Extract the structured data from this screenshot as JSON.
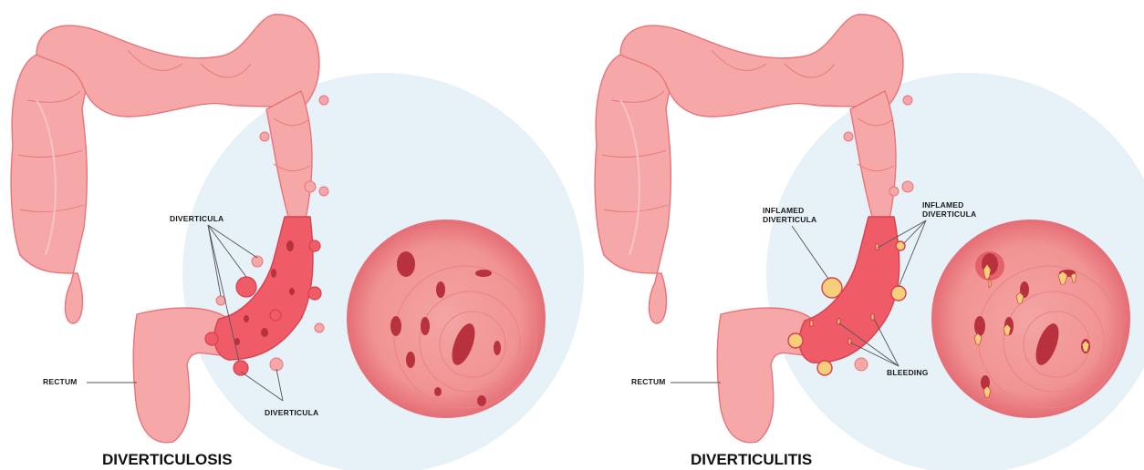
{
  "colors": {
    "background": "#ffffff",
    "circle_bg": "#e6f1f8",
    "colon_fill": "#f6a8a8",
    "colon_stroke": "#e8747a",
    "colon_inner": "#f9c3c3",
    "affected": "#ef5c67",
    "affected_stroke": "#d8404d",
    "lumen_dark": "#b8323e",
    "inflamed": "#f7cf7a",
    "bleed": "#c62b3a"
  },
  "panels": [
    {
      "title": "DIVERTICULOSIS",
      "labels": {
        "rectum": "RECTUM",
        "diverticula_top": "DIVERTICULA",
        "diverticula_bottom": "DIVERTICULA"
      }
    },
    {
      "title": "DIVERTICULITIS",
      "labels": {
        "rectum": "RECTUM",
        "inflamed_left_1": "INFLAMED",
        "inflamed_left_2": "DIVERTICULA",
        "inflamed_right_1": "INFLAMED",
        "inflamed_right_2": "DIVERTICULA",
        "bleeding": "BLEEDING"
      }
    }
  ]
}
